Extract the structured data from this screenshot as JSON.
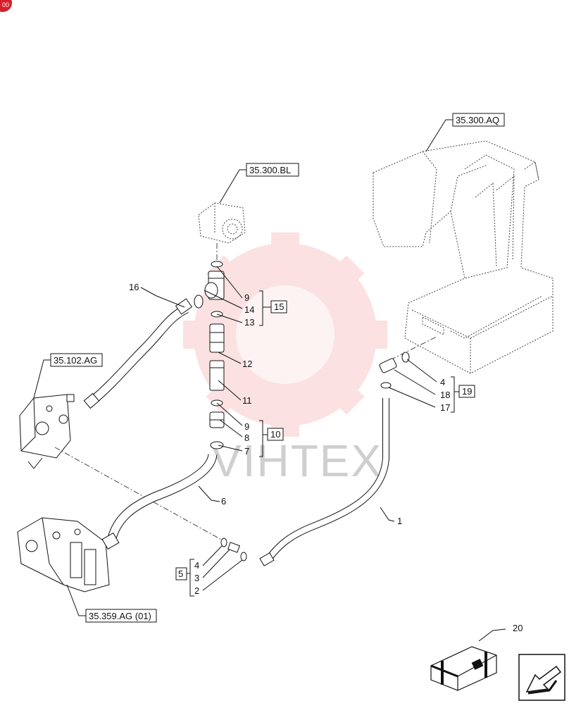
{
  "corner_badge": "00",
  "watermark": {
    "text": "VIHTEX",
    "color": "#e31e24"
  },
  "refs": {
    "aq": "35.300.AQ",
    "bl": "35.300.BL",
    "ag102": "35.102.AG",
    "ag359": "35.359.AG (01)"
  },
  "callouts": {
    "c1": "1",
    "c2": "2",
    "c3": "3",
    "c4a": "4",
    "c4b": "4",
    "c6": "6",
    "c7": "7",
    "c8": "8",
    "c9a": "9",
    "c9b": "9",
    "c11": "11",
    "c12": "12",
    "c13": "13",
    "c14": "14",
    "c16": "16",
    "c17": "17",
    "c18": "18",
    "c20": "20"
  },
  "kits": {
    "k5": "5",
    "k10": "10",
    "k15": "15",
    "k19": "19"
  },
  "icons": {
    "nav": "arrow-navigation-icon",
    "kit": "crate-icon"
  }
}
